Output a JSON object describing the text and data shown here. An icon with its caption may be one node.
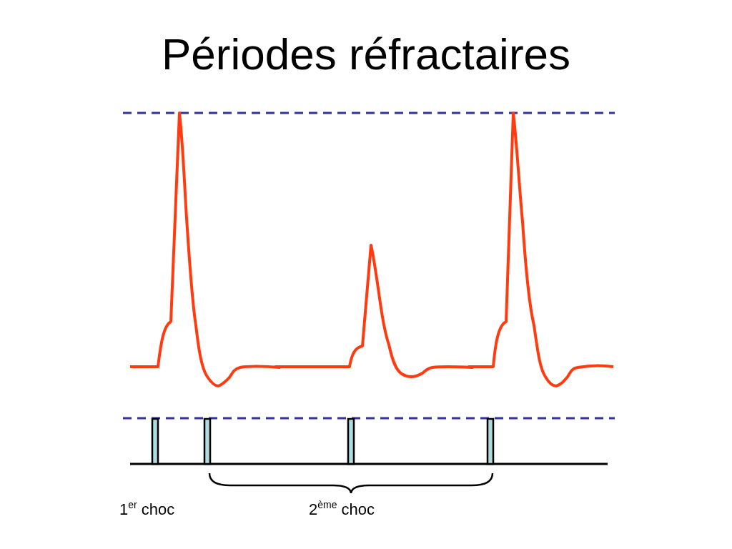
{
  "diagram": {
    "title": "Périodes réfractaires",
    "labels": [
      "1$^{er}$ choc",
      "2$^{ème}$ choc"
    ]
  }
}
